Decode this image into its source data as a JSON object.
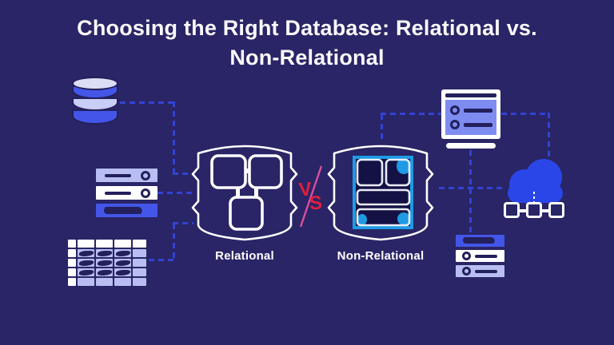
{
  "title": {
    "line1": "Choosing the Right Database: Relational vs.",
    "line2": "Non-Relational"
  },
  "versus": "VS",
  "shapes": {
    "relational": {
      "label": "Relational"
    },
    "non_relational": {
      "label": "Non-Relational"
    }
  },
  "icons": {
    "top_left": "database-cylinder",
    "mid_left": "server-stack",
    "bottom_left": "data-table",
    "center_left": "relational-schema",
    "center_right": "document-store",
    "top_right": "monitor-list",
    "right": "cloud-with-nodes",
    "bottom_right": "server-stack"
  },
  "colors": {
    "background": "#292566",
    "connector": "#3342d4",
    "accent_blue": "#4356e8",
    "lavender": "#b8bef2",
    "dark_detail": "#23205c",
    "cyan": "#1e9be4",
    "cloud_blue": "#2b46e8",
    "red": "#e11e40",
    "pink": "#d94f9e",
    "white": "#ffffff"
  }
}
